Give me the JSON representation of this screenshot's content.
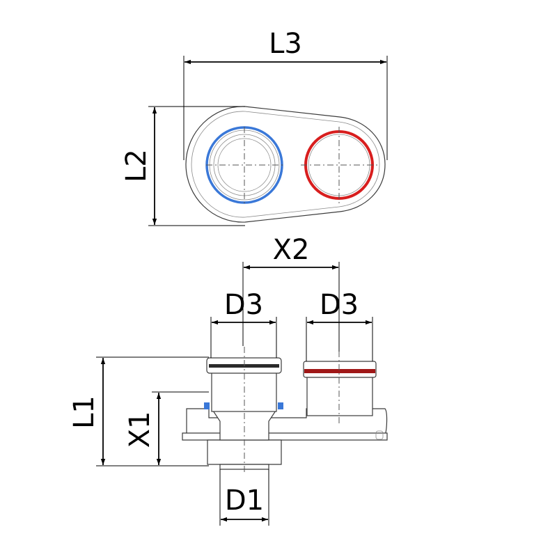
{
  "labels": {
    "l3": "L3",
    "l2": "L2",
    "x2": "X2",
    "d3_left": "D3",
    "d3_right": "D3",
    "l1": "L1",
    "x1": "X1",
    "d1": "D1"
  },
  "colors": {
    "cold_ring": "#3a78d8",
    "hot_ring": "#d81e1e",
    "seal_dark": "#2a2a2a",
    "seal_red": "#a01818"
  }
}
